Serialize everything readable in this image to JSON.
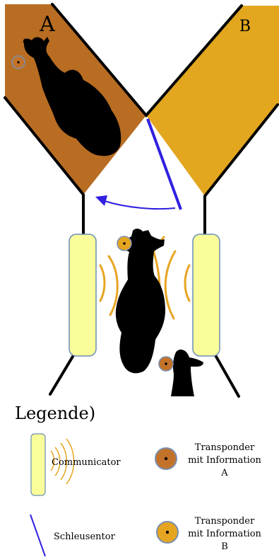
{
  "labels": {
    "pen_a": "A",
    "pen_b": "B"
  },
  "legend": {
    "title": "Legende)",
    "communicator": "Communicator",
    "transponder_a": [
      "Transponder",
      "mit Information",
      "A"
    ],
    "transponder_b": [
      "Transponder",
      "mit Information",
      "B"
    ],
    "gate": "Schleusentor"
  },
  "colors": {
    "pen_a": "#b86d22",
    "pen_b": "#e2a61f",
    "transponder_a": "#c3722a",
    "transponder_b": "#e6a521",
    "communicator": "#fafe9a",
    "gate": "#3020e0",
    "waves": "#e6a521",
    "silhouette": "#000000"
  },
  "icons": {
    "cow": "cow-silhouette-icon",
    "calf": "calf-silhouette-icon",
    "transponder": "transponder-icon",
    "communicator": "communicator-icon",
    "gate": "gate-icon"
  }
}
